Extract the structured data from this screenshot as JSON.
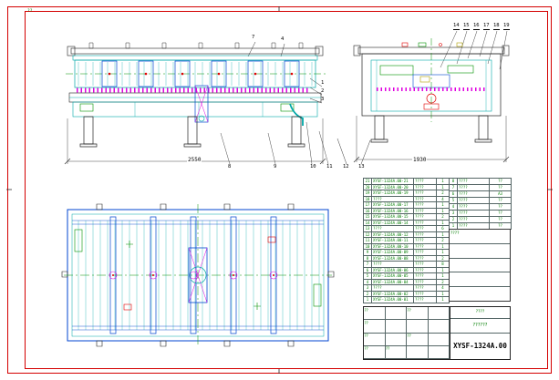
{
  "page": {
    "corner_mark": "??"
  },
  "dimensions": {
    "front_length": "2550",
    "side_width": "1930"
  },
  "callouts": {
    "n1": "1",
    "n2": "2",
    "n3": "3",
    "n4": "4",
    "n7": "7",
    "n8": "8",
    "n9": "9",
    "n10": "10",
    "n11": "11",
    "n12": "12",
    "n13": "13",
    "n14": "14",
    "n15": "15",
    "n16": "16",
    "n17": "17",
    "n18": "18",
    "n19": "19"
  },
  "bom_main": {
    "rows": [
      {
        "no": "21",
        "code": "XYSF-1324A.00-21",
        "name": "????",
        "qty": "1"
      },
      {
        "no": "20",
        "code": "XYSF-1324A.00-20",
        "name": "????",
        "qty": "1"
      },
      {
        "no": "19",
        "code": "XYSF-1324A.00-19",
        "name": "????",
        "qty": "2"
      },
      {
        "no": "18",
        "code": "????",
        "name": "????",
        "qty": "4"
      },
      {
        "no": "17",
        "code": "XYSF-1324A.00-17",
        "name": "????",
        "qty": "1"
      },
      {
        "no": "16",
        "code": "XYSF-1324A.00-16",
        "name": "????",
        "qty": "1"
      },
      {
        "no": "15",
        "code": "XYSF-1324A.00-15",
        "name": "????",
        "qty": "2"
      },
      {
        "no": "14",
        "code": "XYSF-1324A.00-14",
        "name": "????",
        "qty": "1"
      },
      {
        "no": "13",
        "code": "????",
        "name": "????",
        "qty": "6"
      },
      {
        "no": "12",
        "code": "XYSF-1324A.00-12",
        "name": "????",
        "qty": "1"
      },
      {
        "no": "11",
        "code": "XYSF-1324A.00-11",
        "name": "????",
        "qty": "2"
      },
      {
        "no": "10",
        "code": "XYSF-1324A.00-10",
        "name": "????",
        "qty": "1"
      },
      {
        "no": "9",
        "code": "XYSF-1324A.00-09",
        "name": "????",
        "qty": "1"
      },
      {
        "no": "8",
        "code": "XYSF-1324A.00-08",
        "name": "????",
        "qty": "2"
      },
      {
        "no": "7",
        "code": "????",
        "name": "????",
        "qty": "8"
      },
      {
        "no": "6",
        "code": "XYSF-1324A.00-06",
        "name": "????",
        "qty": "1"
      },
      {
        "no": "5",
        "code": "XYSF-1324A.00-05",
        "name": "????",
        "qty": "1"
      },
      {
        "no": "4",
        "code": "XYSF-1324A.00-04",
        "name": "????",
        "qty": "2"
      },
      {
        "no": "3",
        "code": "????",
        "name": "????",
        "qty": "4"
      },
      {
        "no": "2",
        "code": "XYSF-1324A.00-02",
        "name": "????",
        "qty": "1"
      },
      {
        "no": "1",
        "code": "XYSF-1324A.00-01",
        "name": "????",
        "qty": "1"
      }
    ]
  },
  "bom_side": {
    "rows": [
      {
        "no": "8",
        "name": "????",
        "val": "??"
      },
      {
        "no": "7",
        "name": "????",
        "val": "??"
      },
      {
        "no": "6",
        "name": "????",
        "val": "A3"
      },
      {
        "no": "5",
        "name": "????",
        "val": "??"
      },
      {
        "no": "4",
        "name": "????",
        "val": "??"
      },
      {
        "no": "3",
        "name": "????",
        "val": "??"
      },
      {
        "no": "2",
        "name": "????",
        "val": "??"
      },
      {
        "no": "1",
        "name": "????",
        "val": "??"
      }
    ],
    "notes": [
      {
        "t": "????"
      },
      {
        "t": ""
      },
      {
        "t": ""
      },
      {
        "t": ""
      },
      {
        "t": ""
      }
    ]
  },
  "title_block": {
    "company": "????",
    "title": "??????",
    "drawing_number": "XYSF-1324A.00",
    "left_cells": [
      {
        "t": "??"
      },
      {
        "t": ""
      },
      {
        "t": "??"
      },
      {
        "t": ""
      },
      {
        "t": "??"
      },
      {
        "t": ""
      },
      {
        "t": ""
      },
      {
        "t": ""
      },
      {
        "t": "??"
      },
      {
        "t": ""
      },
      {
        "t": "??"
      },
      {
        "t": ""
      },
      {
        "t": "??"
      },
      {
        "t": "??"
      },
      {
        "t": ""
      },
      {
        "t": ""
      }
    ]
  }
}
